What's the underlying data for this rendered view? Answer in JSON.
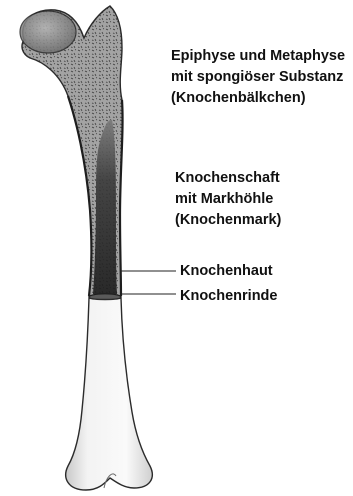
{
  "labels": {
    "epiphysis": {
      "line1": "Epiphyse und Metaphyse",
      "line2": "mit spongiöser Substanz",
      "line3": "(Knochenbälkchen)"
    },
    "shaft": {
      "line1": "Knochenschaft",
      "line2": "mit Markhöhle",
      "line3": "(Knochenmark)"
    },
    "periosteum": "Knochenhaut",
    "cortex": "Knochenrinde"
  },
  "colors": {
    "outline": "#2b2b2b",
    "spongy": "#8a8a8a",
    "marrow": "#2a2a2a",
    "cortex_bone": "#f4f4f4",
    "leader_line": "#222222"
  }
}
